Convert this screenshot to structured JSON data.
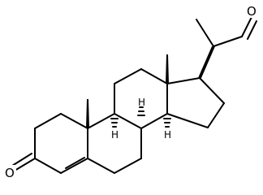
{
  "molecule": {
    "oxygen_top": "O",
    "oxygen_left": "O",
    "h_c9": "H",
    "h_c8": "H",
    "h_c14": "H"
  },
  "colors": {
    "bond": "#000000",
    "background": "#ffffff"
  }
}
